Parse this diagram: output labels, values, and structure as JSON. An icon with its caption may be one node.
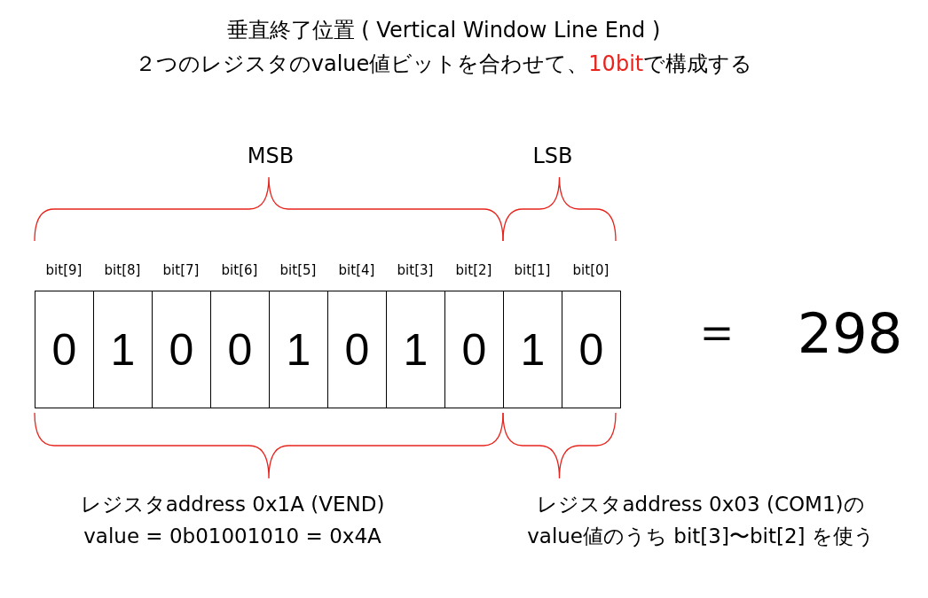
{
  "diagram": {
    "title": "垂直終了位置 ( Vertical Window Line End )",
    "nodes": [
      {
        "text": [
          "0"
        ],
        "beside": [
          "bit[9]"
        ]
      },
      {
        "text": [
          "1"
        ],
        "beside": [
          "bit[8]"
        ]
      },
      {
        "text": [
          "0"
        ],
        "beside": [
          "bit[7]"
        ]
      },
      {
        "text": [
          "0"
        ],
        "beside": [
          "bit[6]"
        ]
      },
      {
        "text": [
          "1"
        ],
        "beside": [
          "bit[5]"
        ]
      },
      {
        "text": [
          "0"
        ],
        "beside": [
          "bit[4]"
        ]
      },
      {
        "text": [
          "1"
        ],
        "beside": [
          "bit[3]"
        ]
      },
      {
        "text": [
          "0"
        ],
        "beside": [
          "bit[2]"
        ]
      },
      {
        "text": [
          "1"
        ],
        "beside": [
          "bit[1]"
        ]
      },
      {
        "text": [
          "0"
        ],
        "beside": [
          "bit[0]"
        ]
      }
    ],
    "labels": [
      "２つのレジスタのvalue値ビットを合わせて、**10bit**で構成する",
      "MSB",
      "LSB",
      "＝",
      "298",
      "レジスタaddress 0x1A (VEND)",
      "value =  0b01001010 = 0x4A",
      "レジスタaddress 0x03 (COM1)の",
      "value値のうち bit[3]〜bit[2] を使う"
    ]
  }
}
